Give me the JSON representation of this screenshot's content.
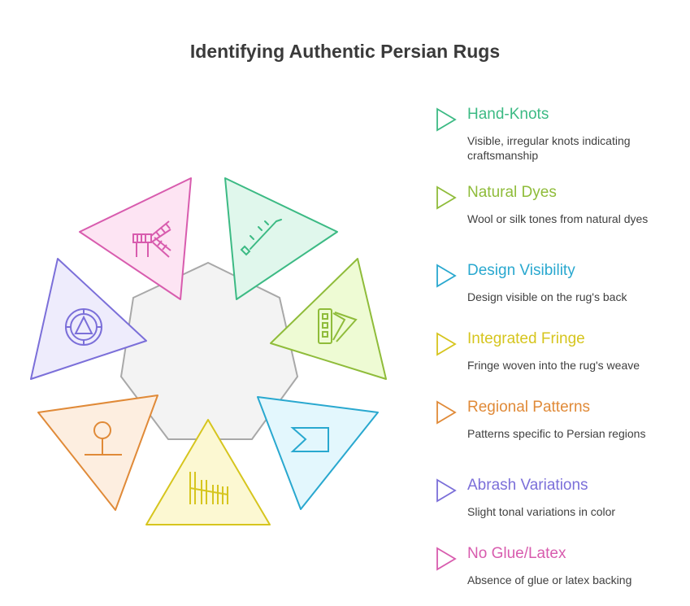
{
  "title": "Identifying Authentic Persian Rugs",
  "items": [
    {
      "title": "Hand-Knots",
      "desc": "Visible, irregular knots indicating craftsmanship",
      "color": "#3cba84",
      "fill": "#e0f7ec",
      "icon": "knotting-needle-icon"
    },
    {
      "title": "Natural Dyes",
      "desc": "Wool or silk tones from natural dyes",
      "color": "#8fbc3a",
      "fill": "#eefbd4",
      "icon": "color-swatch-icon"
    },
    {
      "title": "Design Visibility",
      "desc": "Design visible on the rug's back",
      "color": "#29a8cf",
      "fill": "#e3f7fd",
      "icon": "flag-banner-icon"
    },
    {
      "title": "Integrated Fringe",
      "desc": "Fringe woven into the rug's weave",
      "color": "#d6c51e",
      "fill": "#fcf8d2",
      "icon": "loom-icon"
    },
    {
      "title": "Regional Patterns",
      "desc": "Patterns specific to Persian regions",
      "color": "#e08a38",
      "fill": "#fdeee0",
      "icon": "map-pin-icon"
    },
    {
      "title": "Abrash Variations",
      "desc": "Slight tonal variations in color",
      "color": "#7b6fd9",
      "fill": "#eeecfc",
      "icon": "color-wheel-icon"
    },
    {
      "title": "No Glue/Latex",
      "desc": "Absence of glue or latex backing",
      "color": "#d85cae",
      "fill": "#fde4f3",
      "icon": "ladder-rack-icon"
    }
  ]
}
